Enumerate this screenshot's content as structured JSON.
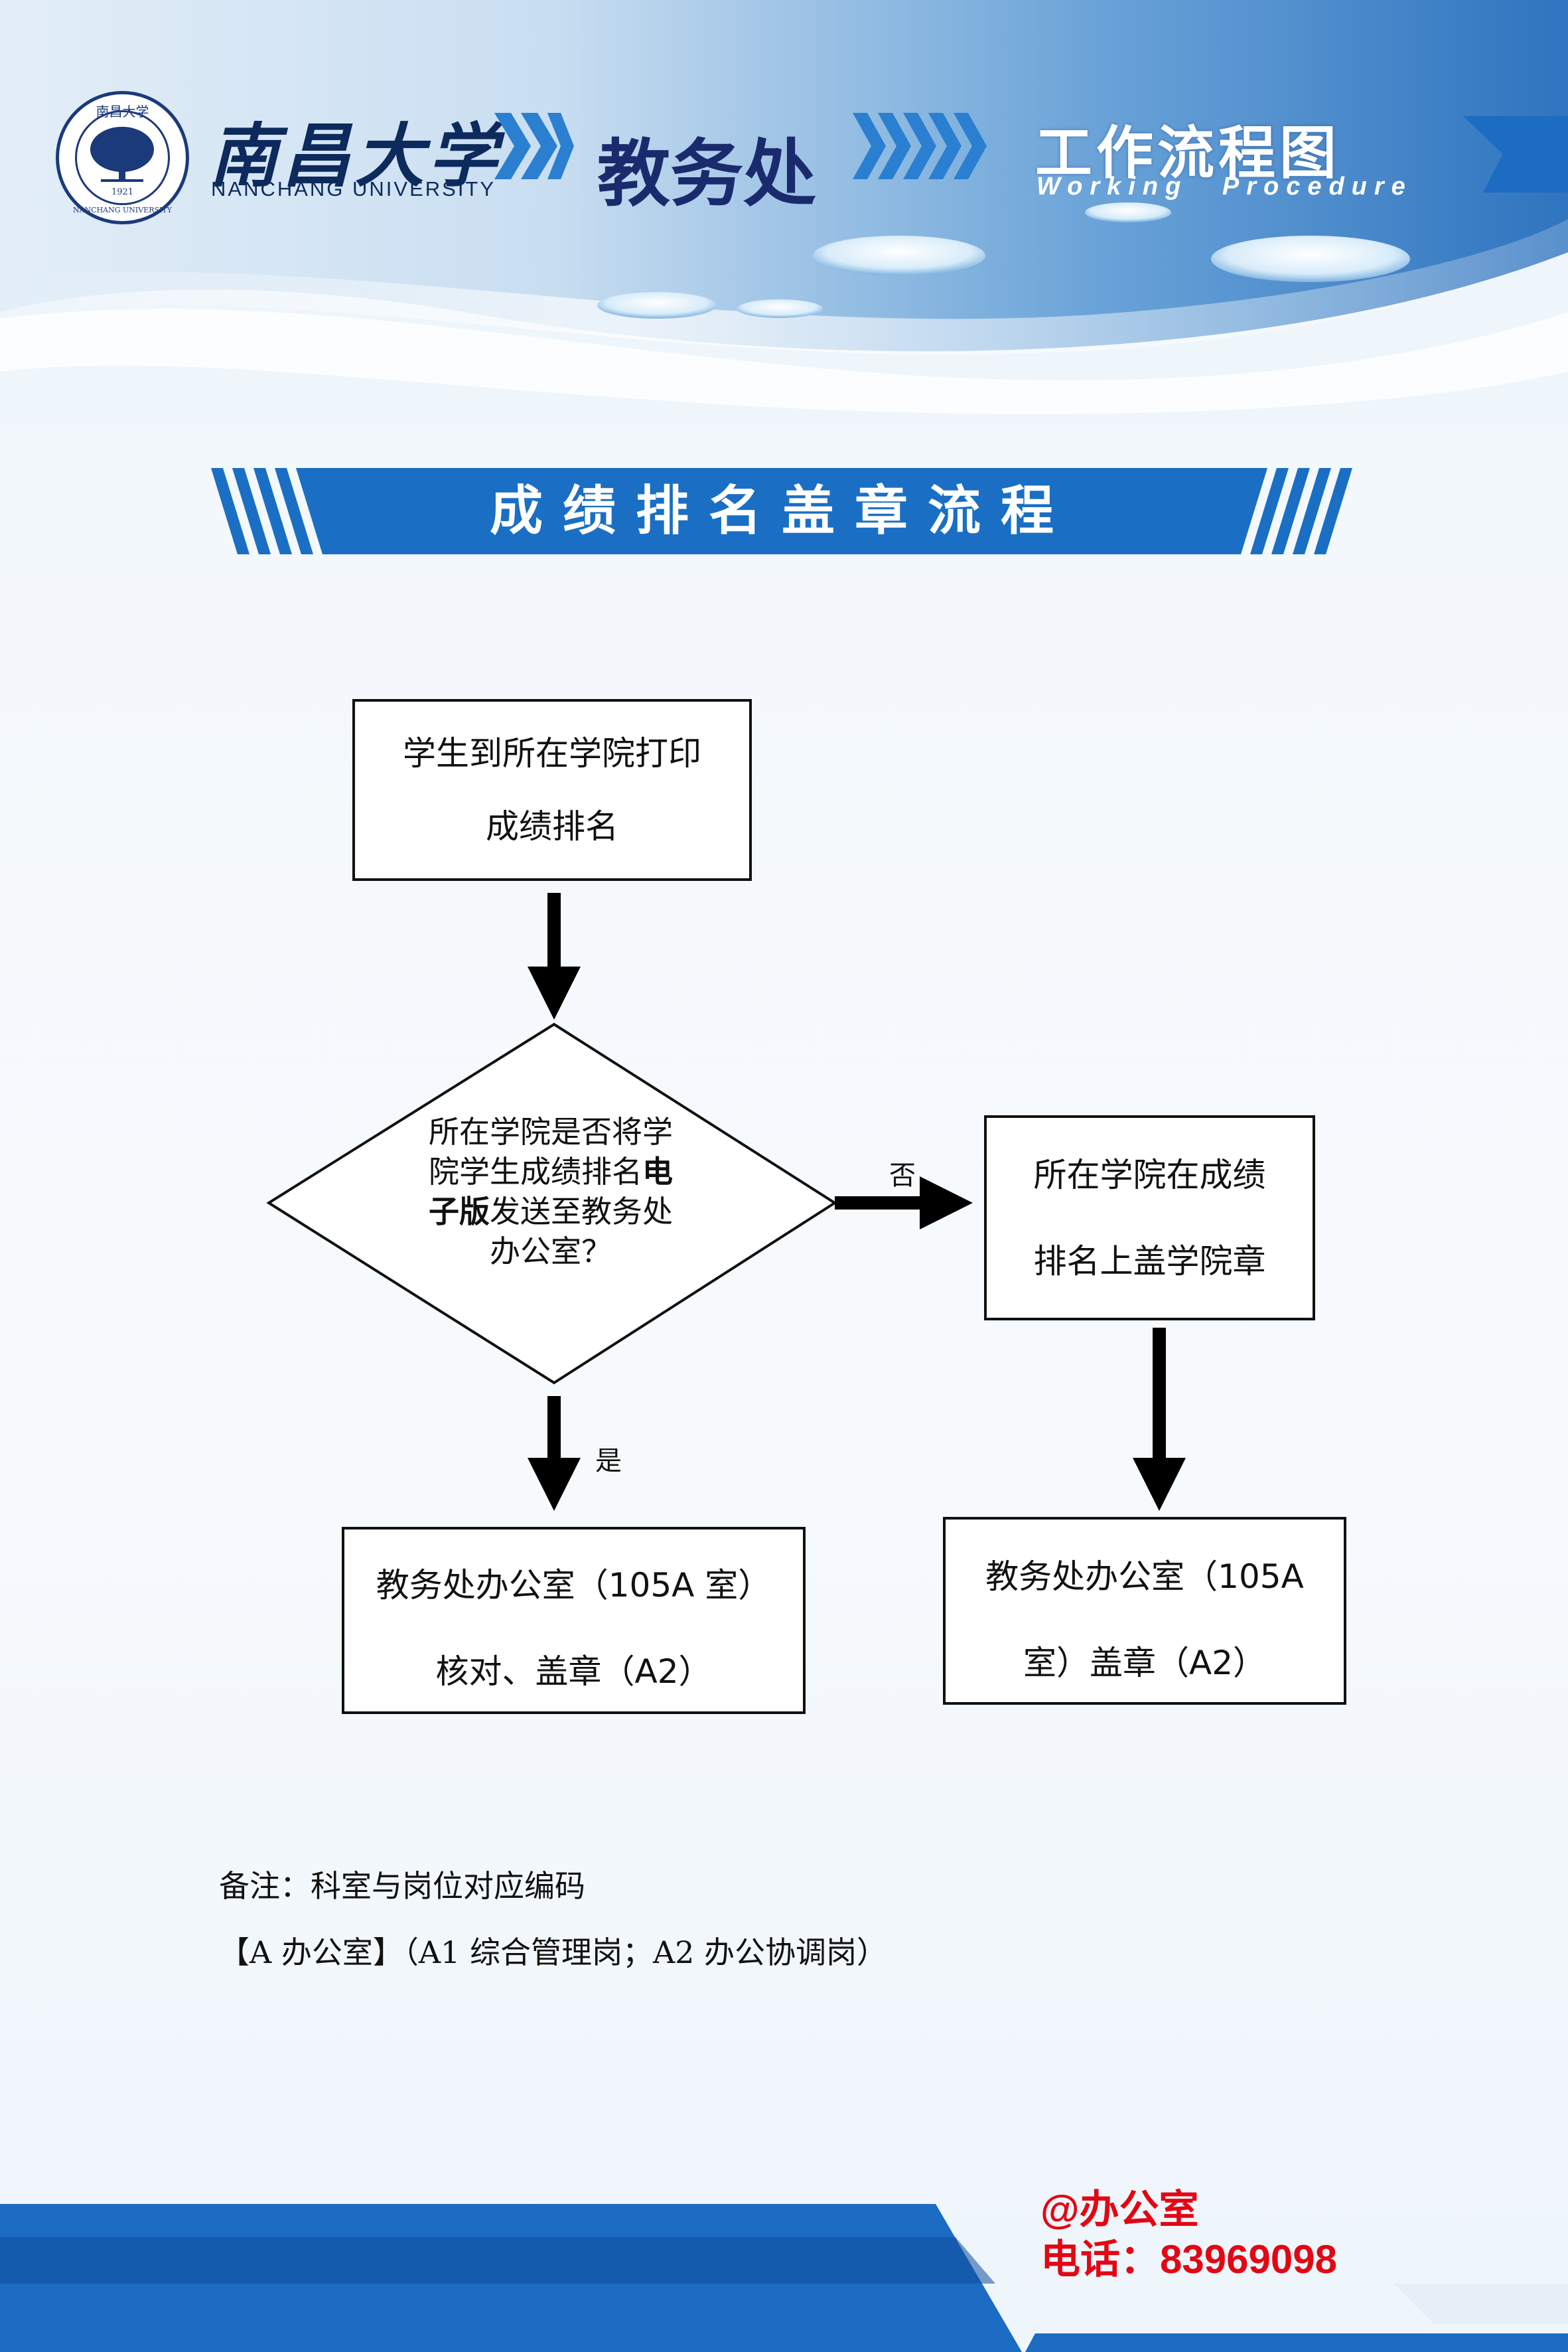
{
  "header": {
    "university_cn": "南昌大学",
    "university_en": "NANCHANG UNIVERSITY",
    "seal_text_top": "南昌大学",
    "seal_text_bottom": "NANCHANG UNIVERSITY",
    "seal_year": "1921",
    "department": "教务处",
    "doc_type_cn": "工作流程图",
    "doc_type_en": "Working Procedure",
    "chevron_icon": "chevron-right-icon"
  },
  "title": "成绩排名盖章流程",
  "flow": {
    "start_line1": "学生到所在学院打印",
    "start_line2": "成绩排名",
    "decision_line1": "所在学院是否将学",
    "decision_line2a": "院学生成绩排名",
    "decision_line2b": "电",
    "decision_line3a": "子版",
    "decision_line3b": "发送至教务处",
    "decision_line4": "办公室？",
    "label_no": "否",
    "label_yes": "是",
    "right_line1": "所在学院在成绩",
    "right_line2": "排名上盖学院章",
    "left_end_line1": "教务处办公室（105A 室）",
    "left_end_line2": "核对、盖章（A2）",
    "right_end_line1": "教务处办公室（105A",
    "right_end_line2": "室）盖章（A2）"
  },
  "notes": {
    "line1": "备注：科室与岗位对应编码",
    "line2": "【A 办公室】（A1 综合管理岗；A2 办公协调岗）"
  },
  "contact": {
    "office": "@办公室",
    "phone": "电话：83969098"
  },
  "colors": {
    "brand_navy": "#1a2b6d",
    "banner_blue": "#1a6fc4",
    "accent_red": "#e30613"
  }
}
